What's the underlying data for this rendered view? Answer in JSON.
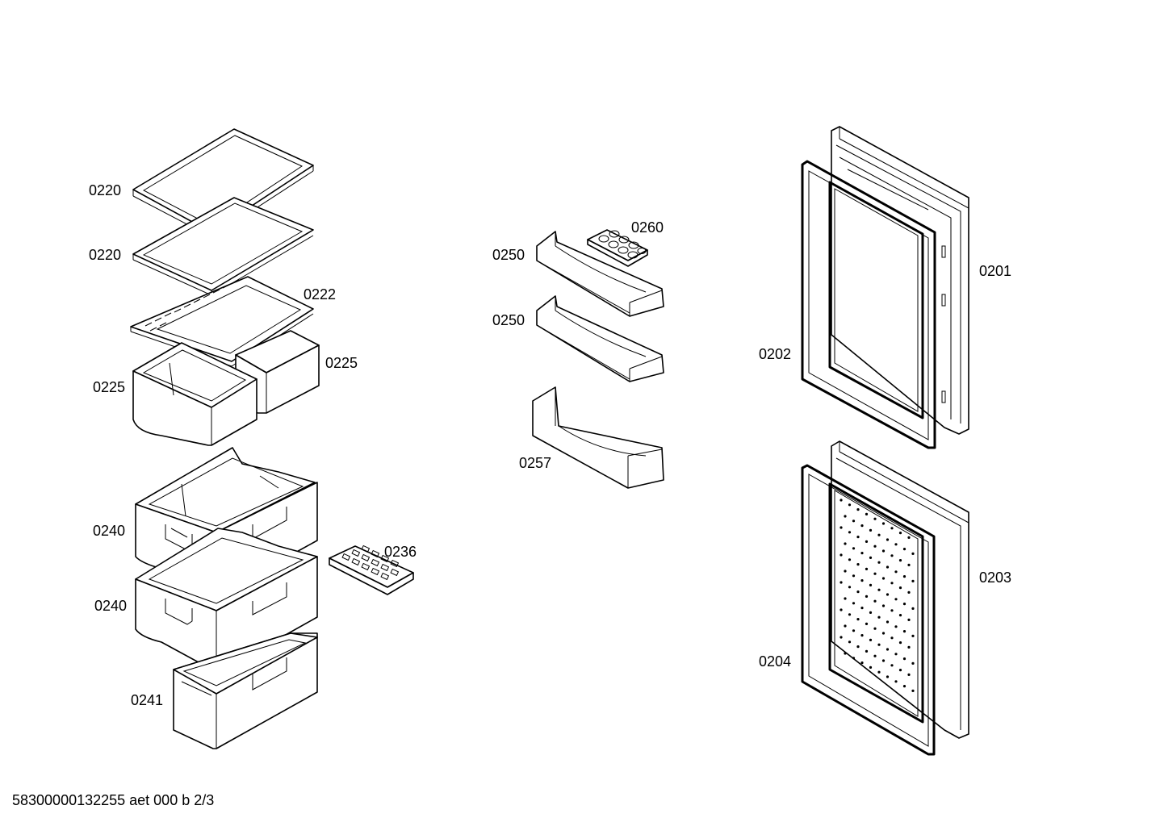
{
  "labels": {
    "shelf_top": "0220",
    "shelf_second": "0220",
    "cover_plate": "0222",
    "crisper_right": "0225",
    "crisper_left": "0225",
    "drawer_upper": "0240",
    "drawer_middle": "0240",
    "drawer_bottom": "0241",
    "ice_tray": "0236",
    "egg_tray": "0260",
    "door_shelf_upper": "0250",
    "door_shelf_middle": "0250",
    "door_bottle_shelf": "0257",
    "fridge_door": "0201",
    "fridge_door_gasket": "0202",
    "freezer_door": "0203",
    "freezer_door_gasket": "0204"
  },
  "footer_text": "58300000132255 aet 000 b 2/3"
}
